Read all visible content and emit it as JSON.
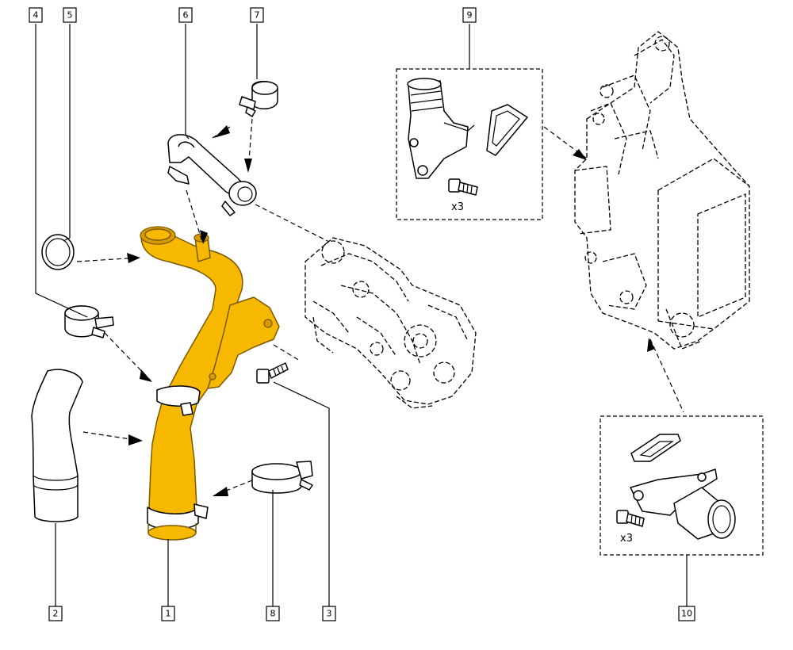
{
  "callouts": [
    {
      "id": "c1",
      "label": "1"
    },
    {
      "id": "c2",
      "label": "2"
    },
    {
      "id": "c3",
      "label": "3"
    },
    {
      "id": "c4",
      "label": "4"
    },
    {
      "id": "c5",
      "label": "5"
    },
    {
      "id": "c6",
      "label": "6"
    },
    {
      "id": "c7",
      "label": "7"
    },
    {
      "id": "c8",
      "label": "8"
    },
    {
      "id": "c9",
      "label": "9"
    },
    {
      "id": "c10",
      "label": "10"
    }
  ],
  "kit9": {
    "quantity": "x3"
  },
  "kit10": {
    "quantity": "x3"
  },
  "colors": {
    "highlight": "#F7B800",
    "line": "#000000",
    "background": "#FFFFFF"
  }
}
